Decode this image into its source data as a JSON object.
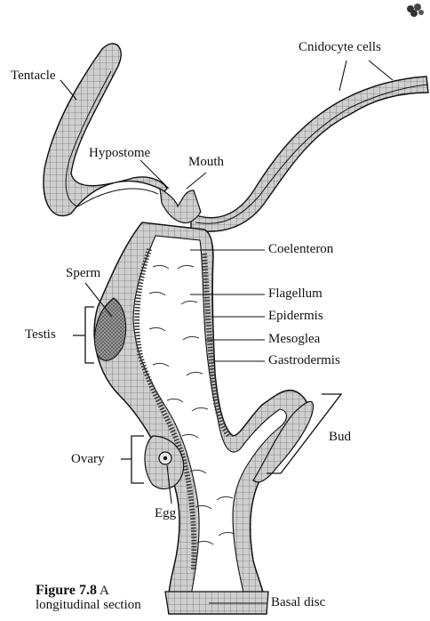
{
  "labels": {
    "tentacle": "Tentacle",
    "cnidocyte_cells": "Cnidocyte cells",
    "hypostome": "Hypostome",
    "mouth": "Mouth",
    "coelenteron": "Coelenteron",
    "sperm": "Sperm",
    "flagellum": "Flagellum",
    "epidermis": "Epidermis",
    "testis": "Testis",
    "mesoglea": "Mesoglea",
    "gastrodermis": "Gastrodermis",
    "bud": "Bud",
    "ovary": "Ovary",
    "egg": "Egg",
    "basal_disc": "Basal disc"
  },
  "caption": {
    "figure": "Figure 7.8",
    "line1_rest": "A",
    "line2": "longitudinal section"
  },
  "colors": {
    "tissue_fill": "#c9c9c9",
    "outline": "#111111"
  }
}
